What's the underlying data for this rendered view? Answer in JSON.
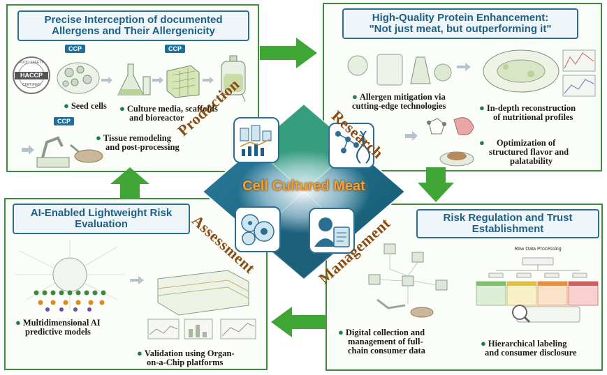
{
  "center": {
    "title": "Cell Cultured Meat",
    "labels": {
      "production": "Production",
      "research": "Research",
      "assessment": "Assessment",
      "management": "Management"
    }
  },
  "panels": {
    "production": {
      "title_line1": "Precise Interception of documented",
      "title_line2": "Allergens and Their Allergenicity",
      "ccp_label": "CCP",
      "haccp_badge": "HACCP",
      "haccp_top": "FOOD SAFETY",
      "haccp_bottom": "CERTIFIED",
      "bullets": {
        "seed_cells": "Seed cells",
        "culture_line1": "Culture media, scaffolds",
        "culture_line2": "and bioreactor",
        "tissue_line1": "Tissue remodeling",
        "tissue_line2": "and post-processing"
      }
    },
    "research": {
      "title_line1": "High-Quality Protein Enhancement:",
      "title_line2": "\"Not just meat, but outperforming it\"",
      "bullets": {
        "allergen_line1": "Allergen mitigation via",
        "allergen_line2": "cutting-edge technologies",
        "nutrition_line1": "In-depth reconstruction",
        "nutrition_line2": "of nutritional profiles",
        "flavor_line1": "Optimization of",
        "flavor_line2": "structured flavor and",
        "flavor_line3": "palatability"
      }
    },
    "assessment": {
      "title_line1": "AI-Enabled Lightweight Risk",
      "title_line2": "Evaluation",
      "bullets": {
        "ai_line1": "Multidimensional AI",
        "ai_line2": "predictive models",
        "organ_line1": "Validation using Organ-",
        "organ_line2": "on-a-Chip platforms"
      }
    },
    "management": {
      "title_line1": "Risk Regulation and Trust",
      "title_line2": "Establishment",
      "raw_data": "Raw Data Processing",
      "bullets": {
        "digital_line1": "Digital collection and",
        "digital_line2": "management of full-",
        "digital_line3": "chain consumer data",
        "label_line1": "Hierarchical labeling",
        "label_line2": "and consumer disclosure"
      }
    }
  },
  "colors": {
    "panel_border": "#3d8b3d",
    "arrow_green": "#3fa535",
    "title_blue": "#1f5f86",
    "center_label_brown": "#8a4b12",
    "center_title_orange": "#f2a23a",
    "diamond_teal": "#1f6f8b"
  }
}
